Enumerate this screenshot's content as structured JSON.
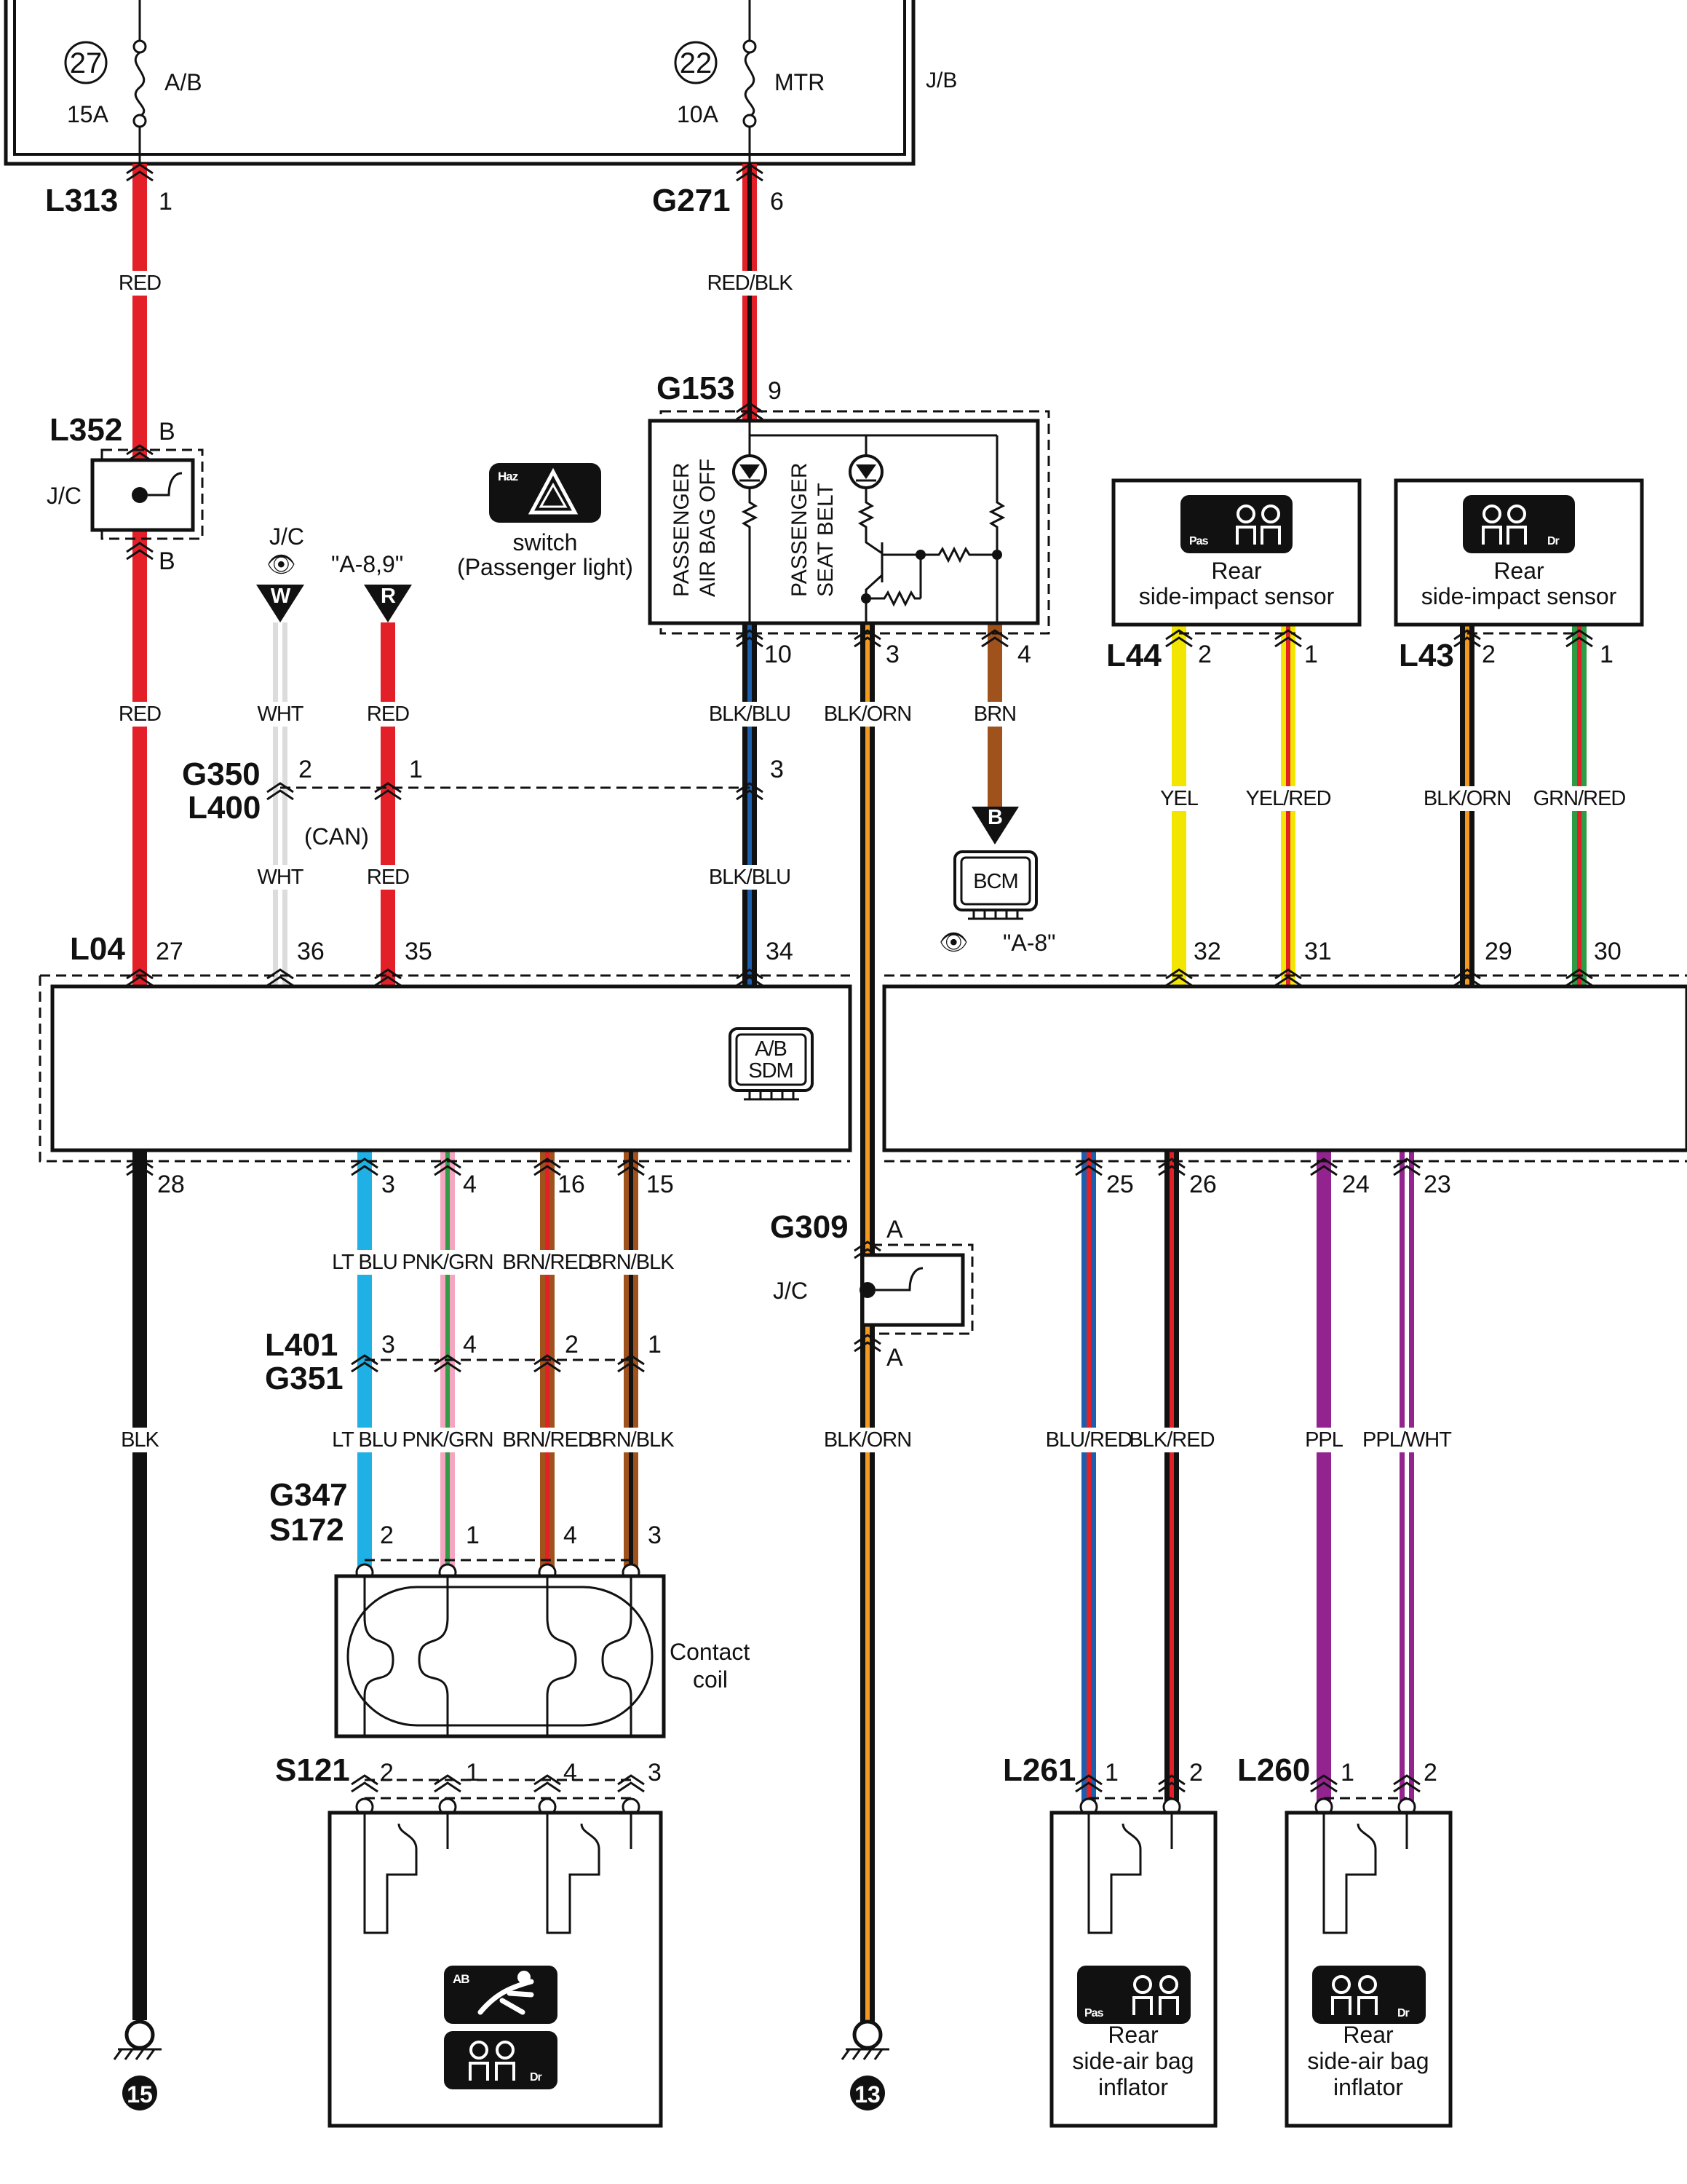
{
  "junction_block": {
    "label": "J/B",
    "fuses": [
      {
        "number": "27",
        "rating": "15A",
        "name": "A/B"
      },
      {
        "number": "22",
        "rating": "10A",
        "name": "MTR"
      }
    ]
  },
  "connectors": {
    "L313": "L313",
    "G271": "G271",
    "G153": "G153",
    "L352": "L352",
    "G350": "G350",
    "L400": "L400",
    "L04": "L04",
    "L44": "L44",
    "L43": "L43",
    "G309": "G309",
    "L401": "L401",
    "G351": "G351",
    "G347": "G347",
    "S172": "S172",
    "S121": "S121",
    "L261": "L261",
    "L260": "L260"
  },
  "wire_colors": {
    "RED": "RED",
    "RED_BLK": "RED/BLK",
    "WHT": "WHT",
    "BLK_BLU": "BLK/BLU",
    "BLK_ORN": "BLK/ORN",
    "BRN": "BRN",
    "YEL": "YEL",
    "YEL_RED": "YEL/RED",
    "GRN_RED": "GRN/RED",
    "BLK": "BLK",
    "LT_BLU": "LT BLU",
    "PNK_GRN": "PNK/GRN",
    "BRN_RED": "BRN/RED",
    "BRN_BLK": "BRN/BLK",
    "BLU_RED": "BLU/RED",
    "BLK_RED": "BLK/RED",
    "PPL": "PPL",
    "PPL_WHT": "PPL/WHT"
  },
  "pins": {
    "p1": "1",
    "p2": "2",
    "p3": "3",
    "p4": "4",
    "p6": "6",
    "p9": "9",
    "p10": "10",
    "p15": "15",
    "p16": "16",
    "p23": "23",
    "p24": "24",
    "p25": "25",
    "p26": "26",
    "p27": "27",
    "p28": "28",
    "p29": "29",
    "p30": "30",
    "p31": "31",
    "p32": "32",
    "p34": "34",
    "p35": "35",
    "p36": "36",
    "A": "A",
    "B": "B"
  },
  "labels": {
    "jc": "J/C",
    "ref_a89": "\"A-8,9\"",
    "ref_a8": "\"A-8\"",
    "can": "(CAN)",
    "w_tag": "W",
    "r_tag": "R",
    "b_tag": "B",
    "bcm": "BCM",
    "sdm_line1": "A/B",
    "sdm_line2": "SDM",
    "haz": "Haz",
    "switch_line1": "switch",
    "switch_line2": "(Passenger light)",
    "pass_airbag_line1": "PASSENGER",
    "pass_airbag_line2": "AIR BAG OFF",
    "pass_belt_line1": "PASSENGER",
    "pass_belt_line2": "SEAT BELT",
    "rear_sensor_line1": "Rear",
    "rear_sensor_line2": "side-impact sensor",
    "pas": "Pas",
    "dr": "Dr",
    "ab": "AB",
    "contact_coil_line1": "Contact",
    "contact_coil_line2": "coil",
    "inflator_line1": "Rear",
    "inflator_line2": "side-air bag",
    "inflator_line3": "inflator",
    "ground_15": "15",
    "ground_13": "13"
  },
  "colors": {
    "red": "#e32028",
    "black": "#111111",
    "white_wire": "#dcdcdc",
    "blue": "#1b5fae",
    "orange": "#f39a1e",
    "brown": "#a0521c",
    "yellow": "#f2e600",
    "green": "#2e9b45",
    "lt_blue": "#1fb0e6",
    "pink": "#f4a6c0",
    "purple": "#93248f"
  }
}
